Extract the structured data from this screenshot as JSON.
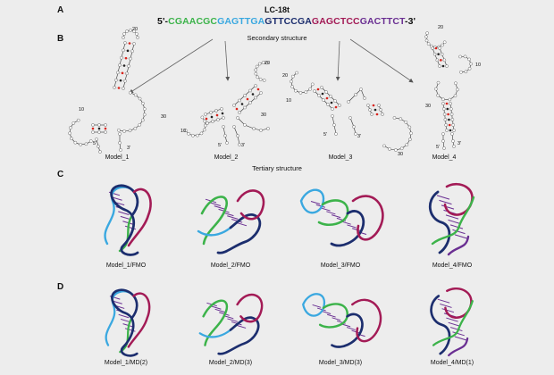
{
  "panels": {
    "a": "A",
    "b": "B",
    "c": "C",
    "d": "D"
  },
  "sequence": {
    "name": "LC-18t",
    "prefix": "5'-",
    "segments": [
      {
        "text": "CGAACGC",
        "color": "#3cb34a"
      },
      {
        "text": "GAGTTGA",
        "color": "#3aa8e0"
      },
      {
        "text": "GTTCCGA",
        "color": "#1c2e6e"
      },
      {
        "text": "GAGCTCC",
        "color": "#a31b56"
      },
      {
        "text": "GACTTCT",
        "color": "#6a2f92"
      }
    ],
    "suffix": "-3'"
  },
  "secondary": {
    "title": "Secondary structure",
    "models": [
      "Model_1",
      "Model_2",
      "Model_3",
      "Model_4"
    ],
    "numbers": {
      "m1": [
        "20",
        "10",
        "30",
        "5'",
        "3'"
      ],
      "m2": [
        "20",
        "10",
        "30",
        "5'",
        "3'"
      ],
      "m3": [
        "20",
        "10",
        "30",
        "5'",
        "3'"
      ],
      "m4": [
        "20",
        "10",
        "30",
        "5'",
        "3'"
      ]
    }
  },
  "tertiary": {
    "title": "Tertiary structure",
    "fmo_models": [
      "Model_1/FMO",
      "Model_2/FMO",
      "Model_3/FMO",
      "Model_4/FMO"
    ],
    "md_models": [
      "Model_1/MD(2)",
      "Model_2/MD(3)",
      "Model_3/MD(3)",
      "Model_4/MD(1)"
    ]
  },
  "colors": {
    "green": "#3cb34a",
    "cyan": "#3aa8e0",
    "navy": "#1c2e6e",
    "crimson": "#a31b56",
    "purple": "#6a2f92",
    "pair_red": "#d9241c",
    "background": "#ededed"
  }
}
